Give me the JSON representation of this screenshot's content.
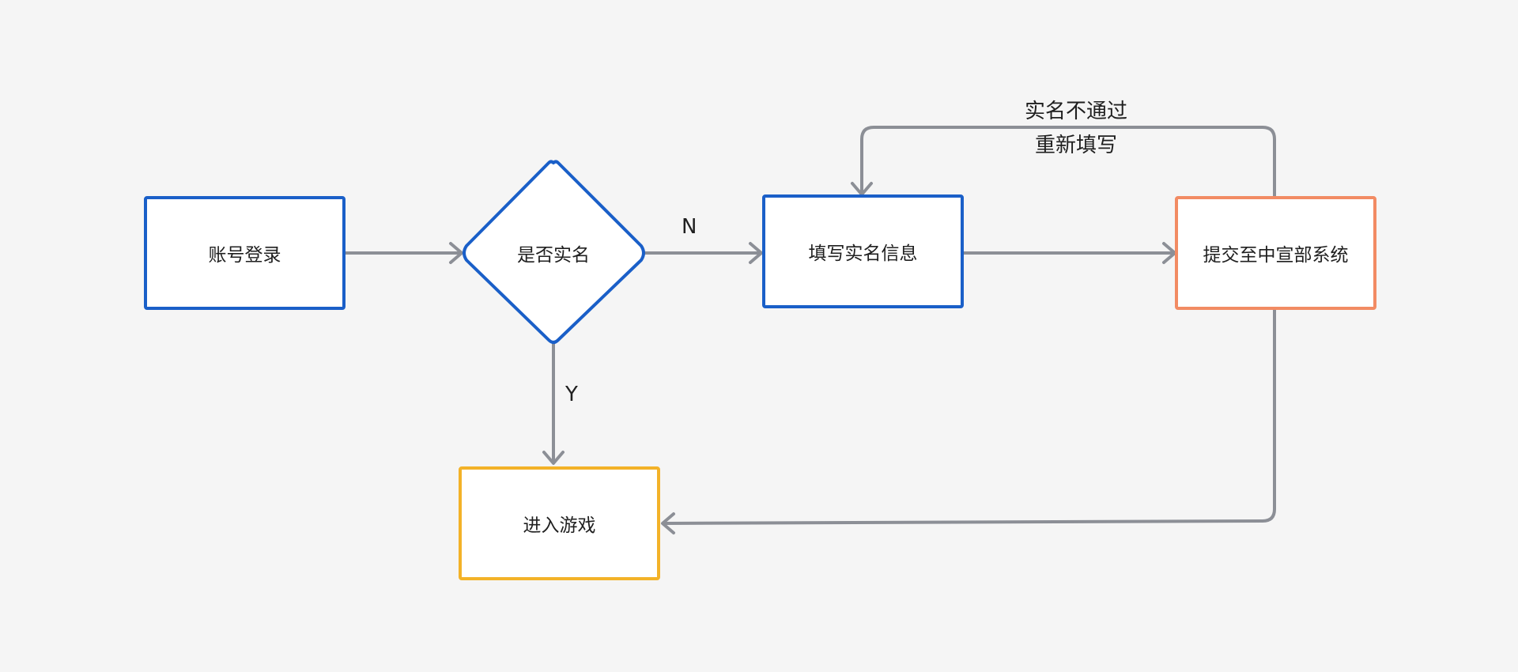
{
  "colors": {
    "background": "#f5f5f5",
    "process_border": "#1a5fc8",
    "decision_border": "#1a5fc8",
    "external_border": "#f28b63",
    "terminal_border": "#f3b228",
    "connector": "#8c8f96",
    "text": "#1f1f1f"
  },
  "nodes": {
    "login": {
      "label": "账号登录",
      "shape": "rectangle"
    },
    "decision": {
      "label": "是否实名",
      "shape": "diamond"
    },
    "fill_info": {
      "label": "填写实名信息",
      "shape": "rectangle"
    },
    "submit": {
      "label": "提交至中宣部系统",
      "shape": "rectangle"
    },
    "enter_game": {
      "label": "进入游戏",
      "shape": "rectangle"
    }
  },
  "edges": {
    "login_to_decision": {
      "from": "账号登录",
      "to": "是否实名",
      "label": ""
    },
    "decision_no": {
      "from": "是否实名",
      "to": "填写实名信息",
      "label": "N"
    },
    "decision_yes": {
      "from": "是否实名",
      "to": "进入游戏",
      "label": "Y"
    },
    "fill_to_submit": {
      "from": "填写实名信息",
      "to": "提交至中宣部系统",
      "label": ""
    },
    "submit_fail": {
      "from": "提交至中宣部系统",
      "to": "填写实名信息",
      "label_line1": "实名不通过",
      "label_line2": "重新填写"
    },
    "submit_pass": {
      "from": "提交至中宣部系统",
      "to": "进入游戏",
      "label": ""
    }
  }
}
